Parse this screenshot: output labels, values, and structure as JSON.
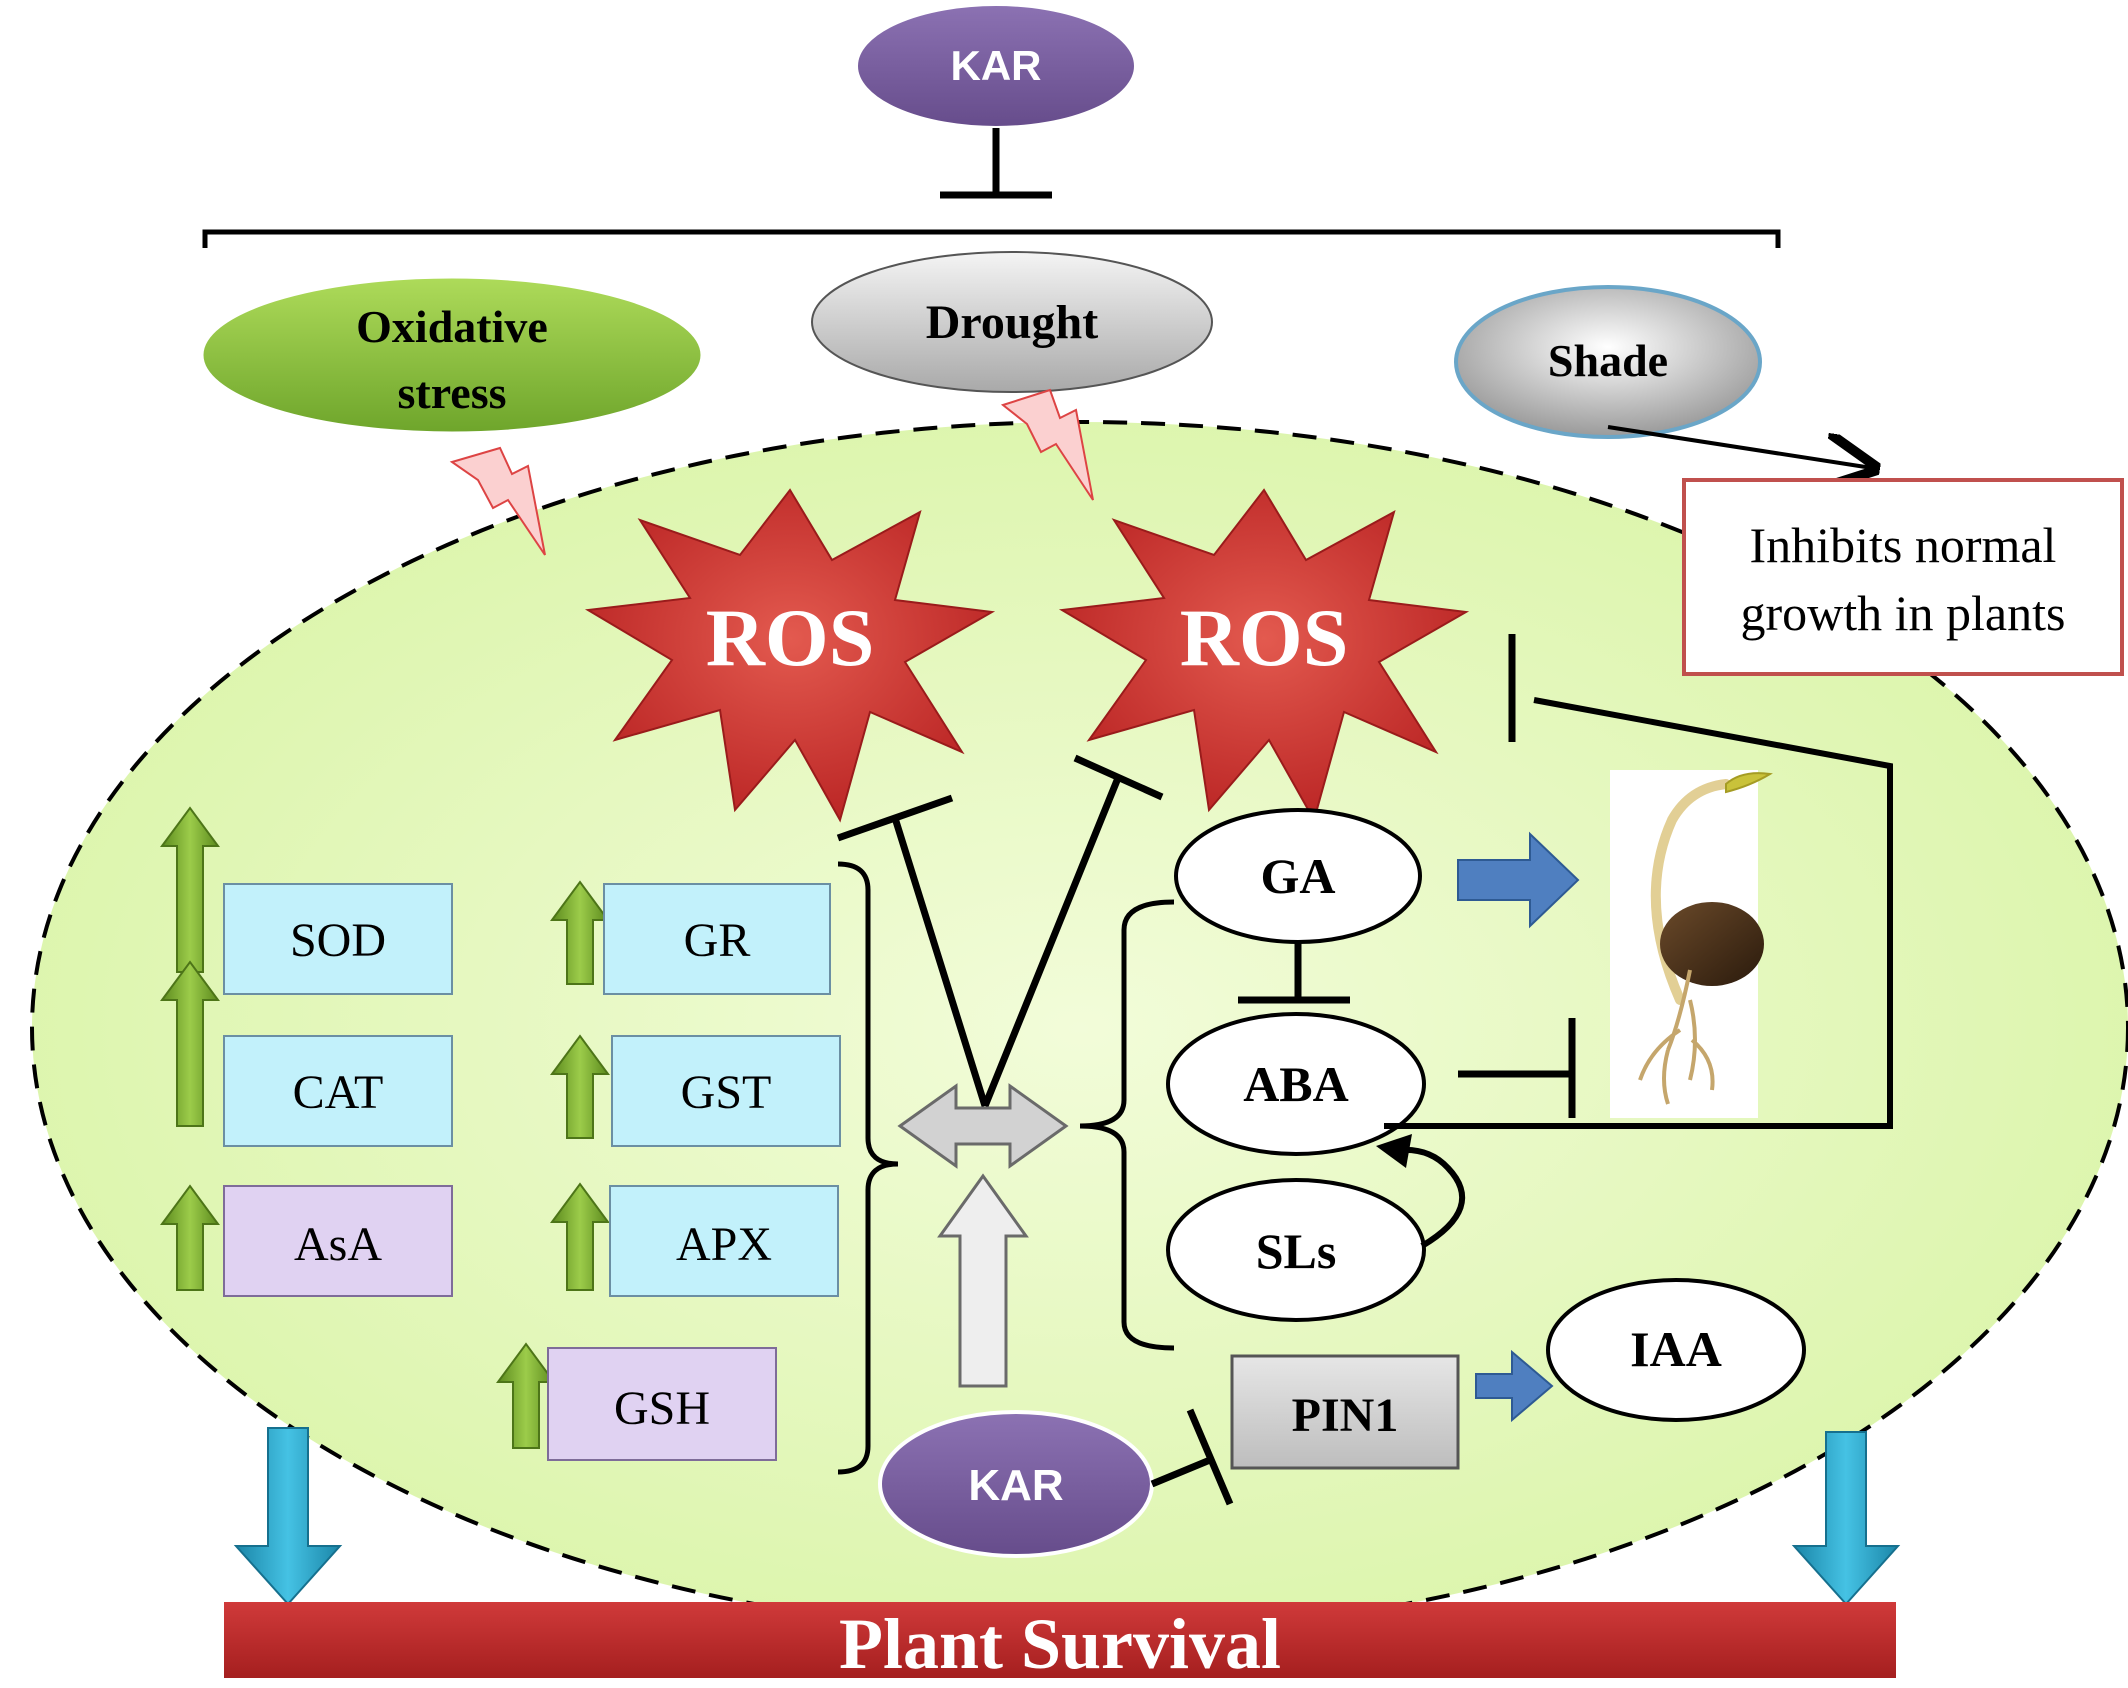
{
  "top_kar": "KAR",
  "stressors": {
    "oxidative_line1": "Oxidative",
    "oxidative_line2": "stress",
    "drought": "Drought",
    "shade": "Shade"
  },
  "inhibits_box": {
    "line1": "Inhibits normal",
    "line2": "growth in plants"
  },
  "ros_labels": [
    "ROS",
    "ROS"
  ],
  "enzymes_left": [
    "SOD",
    "CAT",
    "AsA"
  ],
  "enzymes_right": [
    "GR",
    "GST",
    "APX",
    "GSH"
  ],
  "hormones": {
    "ga": "GA",
    "aba": "ABA",
    "sls": "SLs",
    "iaa": "IAA",
    "pin1": "PIN1"
  },
  "bottom_kar": "KAR",
  "survival_label": "Plant Survival",
  "colors": {
    "cell_fill": "#e9f9c4",
    "ros_red": "#d8393a",
    "kar_purple": "#7a5f9e",
    "enzyme_blue": "#c2f1fb",
    "enzyme_purple": "#e0d2f2",
    "survival_red": "#c02a2a",
    "inhibits_border": "#c0504d",
    "up_arrow_green": "#6f9a2a",
    "blue_arrow": "#4f7fc0",
    "cyan_arrow": "#2aa4c6"
  }
}
